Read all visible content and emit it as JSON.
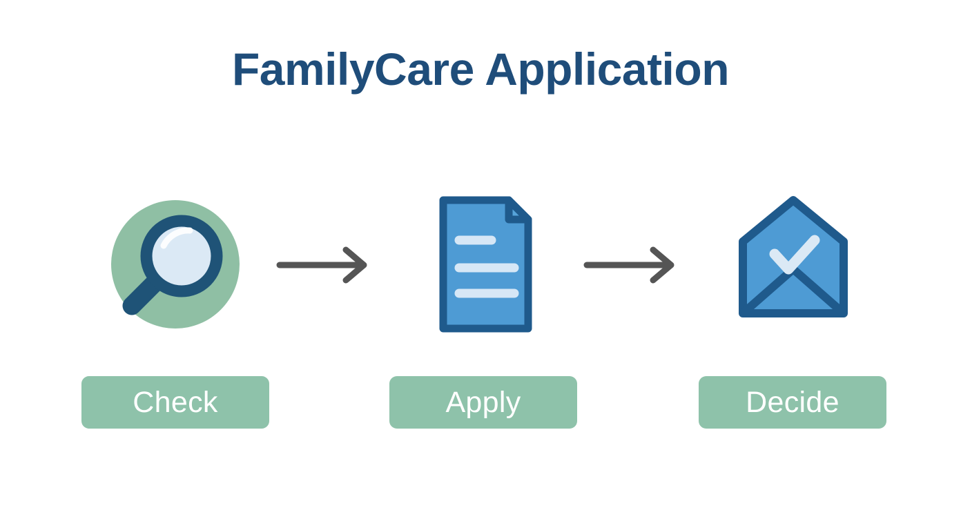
{
  "page": {
    "title": "FamilyCare Application",
    "background_color": "#ffffff",
    "title_color": "#1f4d7a"
  },
  "theme": {
    "green_accent": "#8ec2aa",
    "green_circle": "#8fbfa4",
    "blue_fill": "#4e9bd4",
    "blue_outline": "#1f5a8c",
    "navy": "#1f5377",
    "lens_light": "#dbe9f5",
    "line_light": "#d6e7f6",
    "arrow_gray": "#555555",
    "label_text": "#ffffff"
  },
  "flow": {
    "steps": [
      {
        "id": "check",
        "label": "Check",
        "icon": "magnifying-glass-icon",
        "icon_background": "circle-green"
      },
      {
        "id": "apply",
        "label": "Apply",
        "icon": "document-icon",
        "icon_background": "none"
      },
      {
        "id": "decide",
        "label": "Decide",
        "icon": "envelope-check-icon",
        "icon_background": "none"
      }
    ],
    "connectors": [
      {
        "id": "arrow-1",
        "icon": "arrow-right-icon",
        "from": "check",
        "to": "apply"
      },
      {
        "id": "arrow-2",
        "icon": "arrow-right-icon",
        "from": "apply",
        "to": "decide"
      }
    ]
  }
}
